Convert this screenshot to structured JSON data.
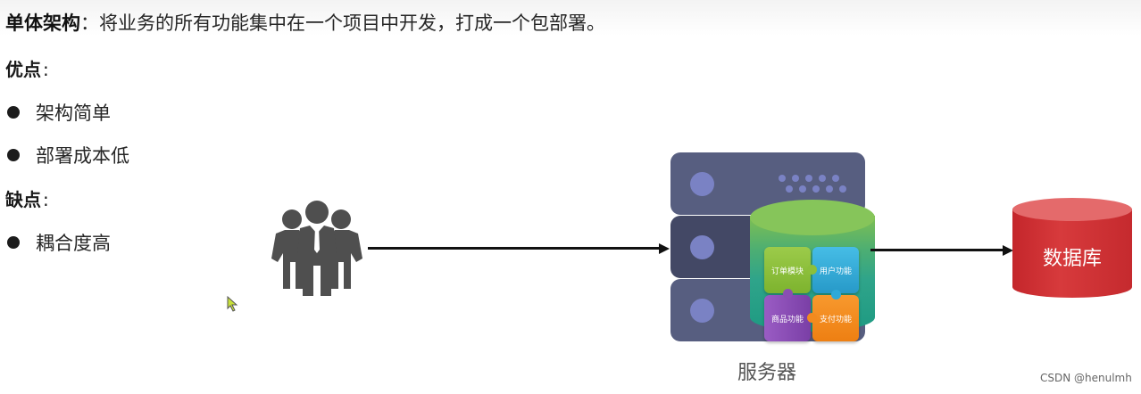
{
  "intro": {
    "term": "单体架构",
    "separator": "：",
    "definition": "将业务的所有功能集中在一个项目中开发，打成一个包部署。"
  },
  "pros": {
    "heading": "优点",
    "colon": ":",
    "items": [
      "架构简单",
      "部署成本低"
    ]
  },
  "cons": {
    "heading": "缺点",
    "colon": ":",
    "items": [
      "耦合度高"
    ]
  },
  "diagram": {
    "users_icon": "users-group-icon",
    "server_label": "服务器",
    "modules": [
      {
        "label": "订单模块",
        "color": "#8cbf3a"
      },
      {
        "label": "用户功能",
        "color": "#2fa9d8"
      },
      {
        "label": "商品功能",
        "color": "#8a4fb3"
      },
      {
        "label": "支付功能",
        "color": "#f28a1e"
      }
    ],
    "database_label": "数据库",
    "colors": {
      "server": "#575e80",
      "server_mid": "#434865",
      "server_led": "#7a82c4",
      "database": "#c9302c"
    }
  },
  "watermark": "CSDN @henulmh"
}
